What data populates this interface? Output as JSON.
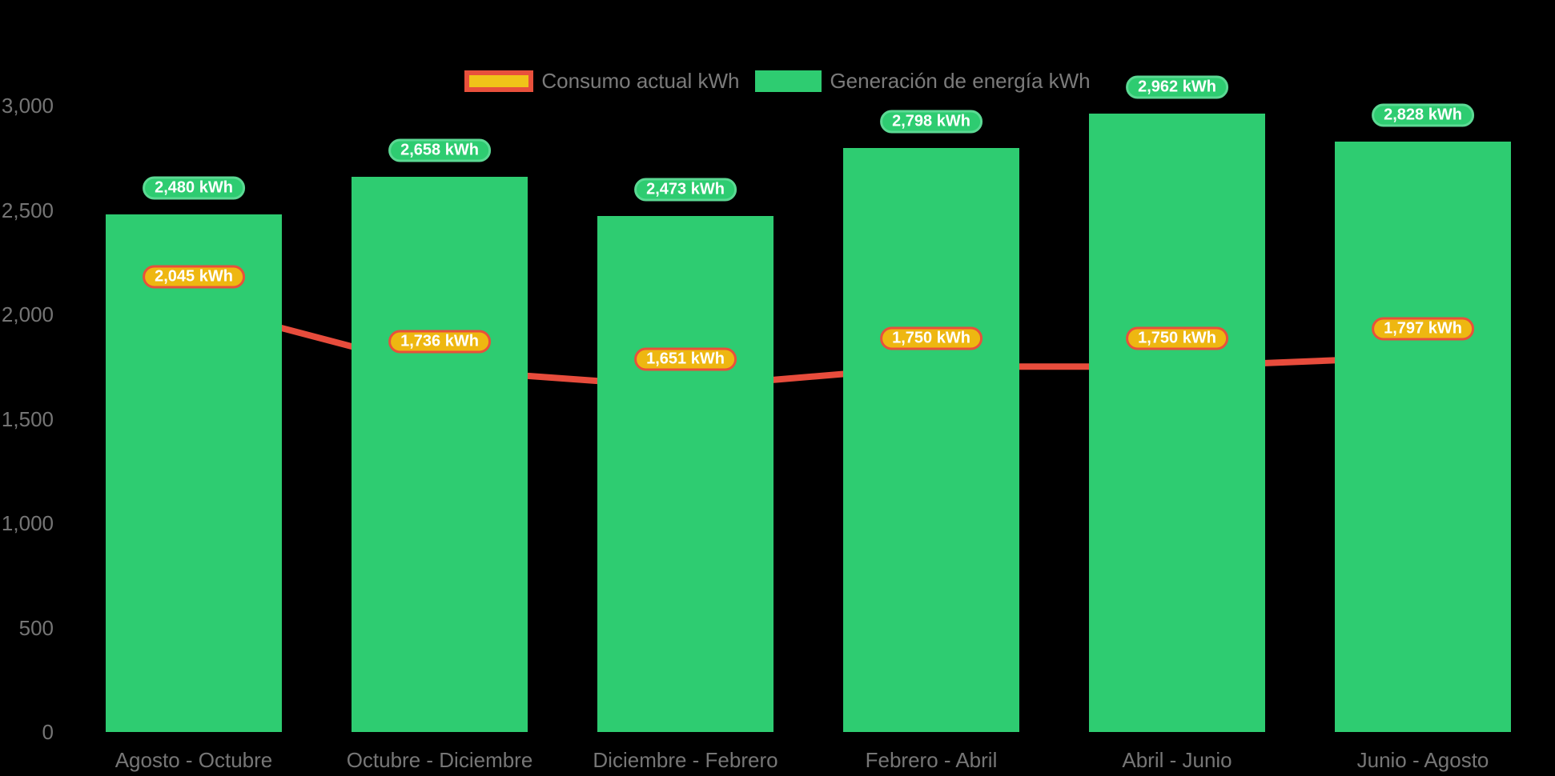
{
  "chart_data": {
    "type": "bar",
    "subtype": "bar-line-combo",
    "title": "",
    "categories": [
      "Agosto - Octubre",
      "Octubre - Diciembre",
      "Diciembre - Febrero",
      "Febrero - Abril",
      "Abril - Junio",
      "Junio - Agosto"
    ],
    "series": [
      {
        "name": "Consumo actual kWh",
        "type": "line",
        "values": [
          2045,
          1736,
          1651,
          1750,
          1750,
          1797
        ],
        "point_labels": [
          "2,045 kWh",
          "1,736 kWh",
          "1,651 kWh",
          "1,750 kWh",
          "1,750 kWh",
          "1,797 kWh"
        ]
      },
      {
        "name": "Generación de energía kWh",
        "type": "bar",
        "values": [
          2480,
          2658,
          2473,
          2798,
          2962,
          2828
        ],
        "point_labels": [
          "2,480 kWh",
          "2,658 kWh",
          "2,473 kWh",
          "2,798 kWh",
          "2,962 kWh",
          "2,828 kWh"
        ]
      }
    ],
    "y_axis": {
      "min": 0,
      "max": 3000,
      "tick_step": 500,
      "tick_labels": [
        "0",
        "500",
        "1,000",
        "1,500",
        "2,000",
        "2,500",
        "3,000"
      ]
    },
    "legend_position": "top-center",
    "grid": false
  },
  "legend": {
    "items": [
      {
        "label": "Consumo actual kWh",
        "swatch": "yellow-with-red-border"
      },
      {
        "label": "Generación de energía kWh",
        "swatch": "green"
      }
    ]
  },
  "colors": {
    "background": "#000000",
    "bar_fill": "#2ecc71",
    "bar_label_bg": "#2ecc71",
    "bar_label_border": "#5bd993",
    "line_stroke": "#e74c3c",
    "point_fill": "#f2af1d",
    "point_border": "#e74c3c",
    "line_label_bg": "#eeb711",
    "line_label_border": "#e8503c",
    "value_label_text": "#ffffff",
    "axis_text": "#757575",
    "legend_text": "#7b7b7b",
    "legend_consumo_fill": "#f0c419",
    "legend_consumo_border": "#e8503c"
  }
}
